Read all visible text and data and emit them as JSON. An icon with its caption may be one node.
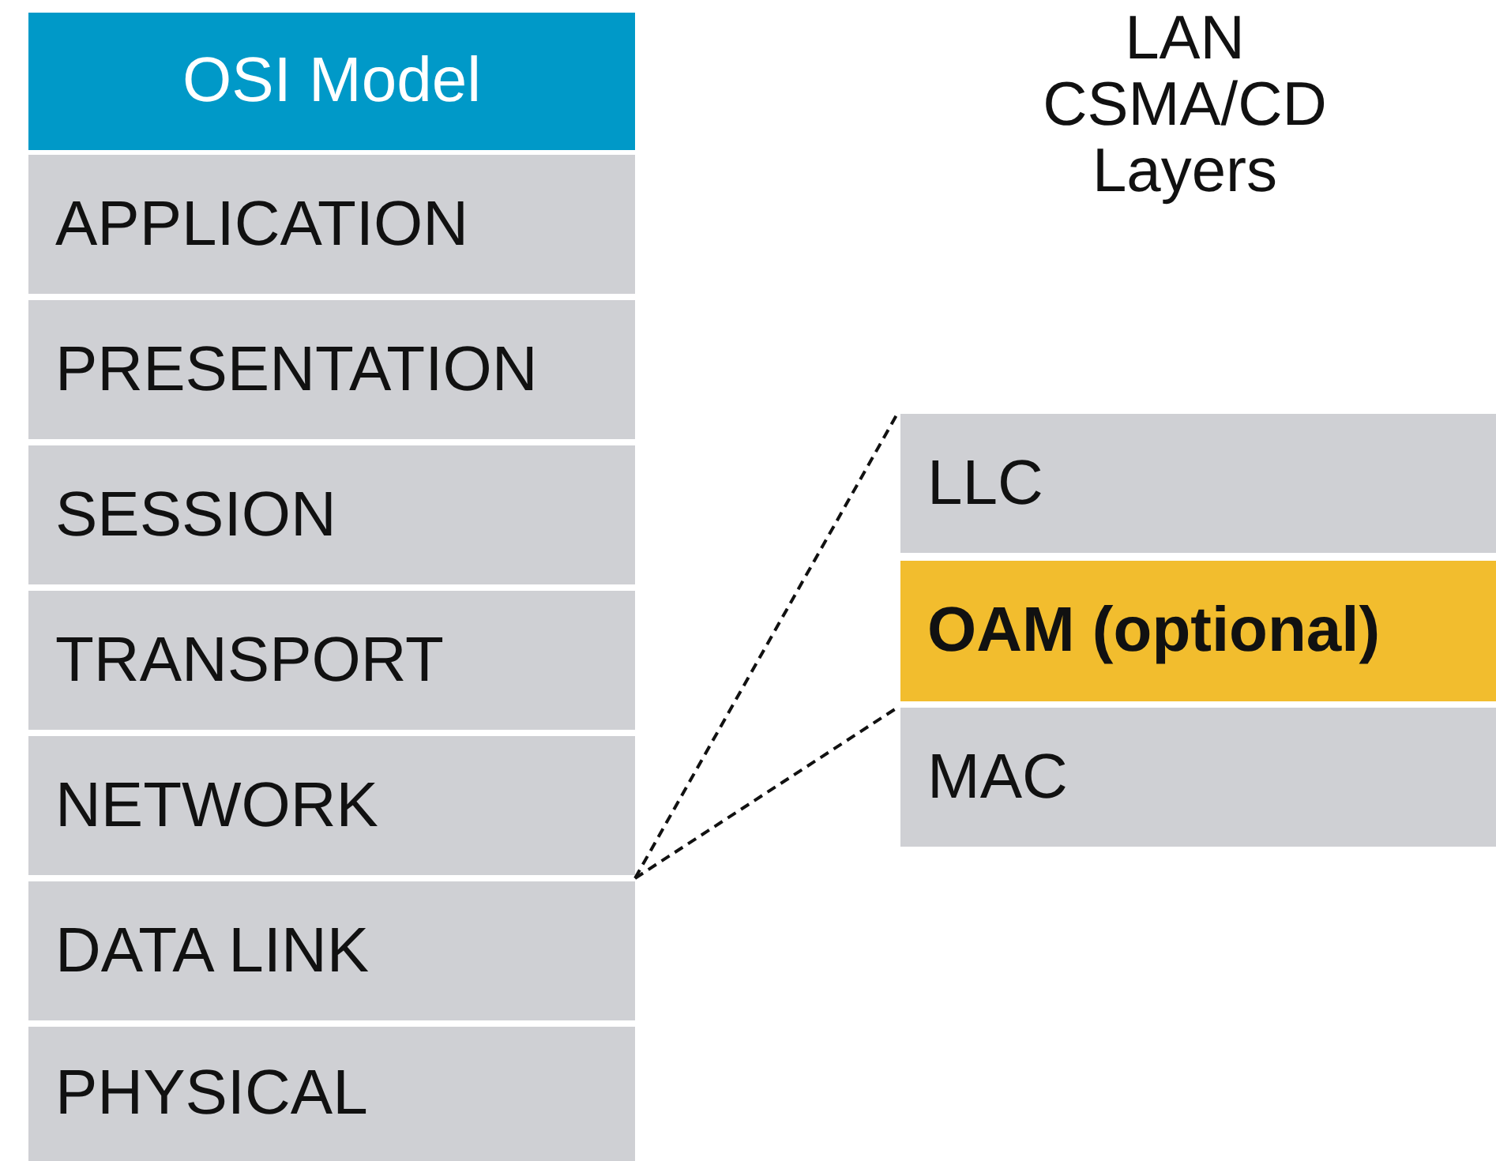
{
  "diagram": {
    "nodes": [
      {
        "text": [
          "OSI Model"
        ]
      },
      {
        "text": [
          "APPLICATION"
        ]
      },
      {
        "text": [
          "PRESENTATION"
        ]
      },
      {
        "text": [
          "SESSION"
        ]
      },
      {
        "text": [
          "TRANSPORT"
        ]
      },
      {
        "text": [
          "NETWORK"
        ]
      },
      {
        "text": [
          "DATA LINK"
        ]
      },
      {
        "text": [
          "PHYSICAL"
        ]
      },
      {
        "text": [
          "LLC"
        ]
      },
      {
        "text": [
          "OAM (optional)"
        ]
      },
      {
        "text": [
          "MAC"
        ]
      }
    ],
    "edges": [
      {
        "from": 6,
        "to": 8,
        "arrow": "none",
        "style": "dashed"
      },
      {
        "from": 6,
        "to": 10,
        "arrow": "none",
        "style": "dashed"
      }
    ],
    "labels": [
      "LAN CSMA/CD Layers"
    ]
  }
}
